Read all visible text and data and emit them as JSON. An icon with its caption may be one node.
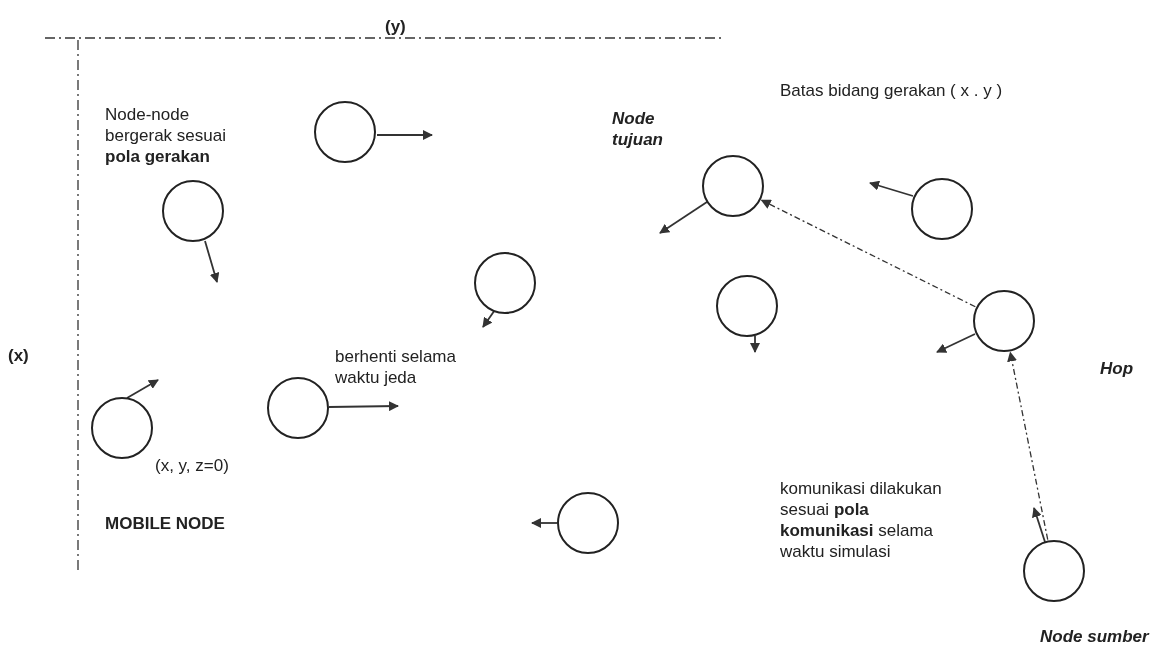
{
  "diagram": {
    "nodes": [
      {
        "text": [],
        "shape": "circle"
      },
      {
        "text": [],
        "shape": "circle",
        "beside": [
          "Node tujuan"
        ]
      },
      {
        "text": [],
        "shape": "circle"
      },
      {
        "text": [],
        "shape": "circle"
      },
      {
        "text": [],
        "shape": "circle"
      },
      {
        "text": [],
        "shape": "circle"
      },
      {
        "text": [],
        "shape": "circle",
        "beside": [
          "Hop"
        ]
      },
      {
        "text": [],
        "shape": "circle"
      },
      {
        "text": [],
        "shape": "circle"
      },
      {
        "text": [],
        "shape": "circle"
      },
      {
        "text": [],
        "shape": "circle",
        "beside": [
          "Node sumber"
        ]
      }
    ],
    "edges": [
      {
        "from": 10,
        "to": 6,
        "arrow": "to",
        "style": "dashed"
      },
      {
        "from": 6,
        "to": 1,
        "arrow": "to",
        "style": "dashed"
      }
    ],
    "labels": [
      "(y)",
      "Batas bidang gerakan ( x . y )",
      "Node-node bergerak sesuai **pola gerakan**",
      "(x)",
      "berhenti selama waktu jeda",
      "(x, y, z=0)",
      "MOBILE NODE",
      "komunikasi dilakukan sesuai **pola komunikasi** selama waktu simulasi"
    ]
  }
}
